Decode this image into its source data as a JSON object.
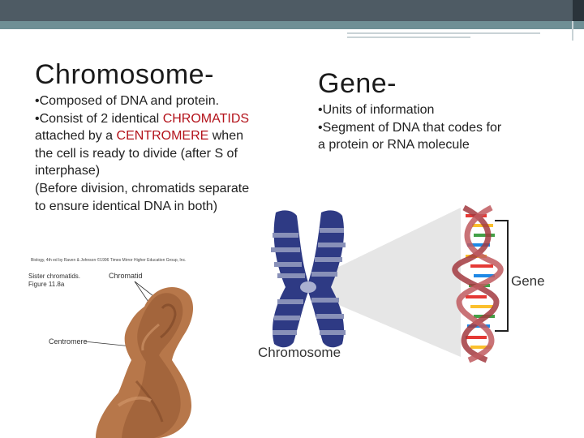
{
  "left": {
    "title": "Chromosome-",
    "b1": "•Composed of DNA and protein.",
    "b2_pre": "•Consist of 2 identical ",
    "b2_chromatids": "CHROMATIDS",
    "b2_mid": " attached by a ",
    "b2_centromere": "CENTROMERE",
    "b2_post": " when the cell is ready to divide (after S of interphase)",
    "b3": "(Before division, chromatids separate to ensure identical DNA in both)"
  },
  "right": {
    "title": "Gene-",
    "b1": "•Units of information",
    "b2": "•Segment of DNA that codes for a protein or RNA molecule"
  },
  "figures": {
    "credit": "Biology, 4th ed by Raven & Johnson ©1996 Times Mirror Higher Education Group, Inc.",
    "sister_caption": "Sister chromatids.",
    "figure_caption": "Figure 11.8a",
    "chromatid_label": "Chromatid",
    "centromere_label": "Centromere",
    "chromosome_label": "Chromosome",
    "gene_label": "Gene"
  },
  "colors": {
    "header_bar": "#4e5b64",
    "header_band": "#6f8f95",
    "highlight_red": "#b3121a",
    "chromosome_blue": "#2e3a84",
    "chromosome_light": "#8890b8",
    "dna_backbone": "#a23a3f"
  }
}
